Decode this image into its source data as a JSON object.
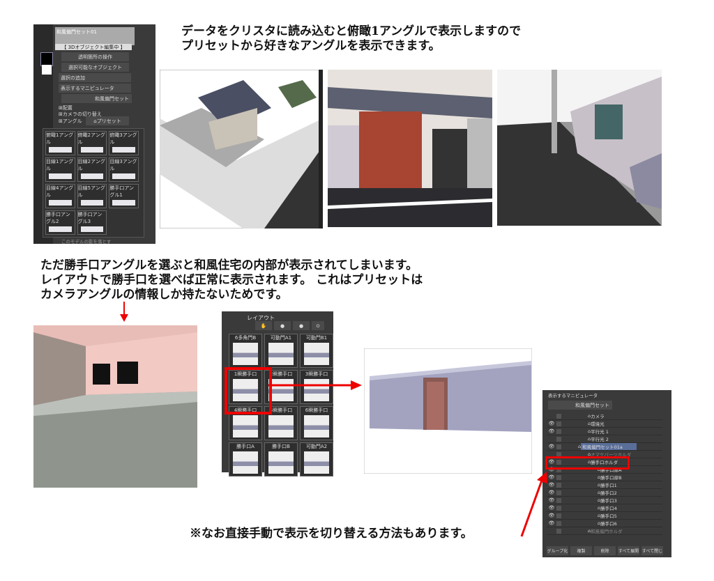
{
  "intro": {
    "line1": "データをクリスタに読み込むと俯瞰1アングルで表示しますので",
    "line2": "プリセットから好きなアングルを表示できます。"
  },
  "object_panel": {
    "header": "和風偏門セット01",
    "mode": "【 3Dオブジェクト編集中 】",
    "rows": [
      "透明箇所の操作",
      "選択可能なオブジェクト",
      "選択の追加",
      "表示するマニピュレータ",
      "和風偏門セット"
    ],
    "sections": [
      "配置",
      "カメラの切り替え",
      "アングル"
    ],
    "preset_label": "プリセット",
    "angles": [
      "俯瞰1アングル",
      "俯瞰2アングル",
      "俯瞰3アングル",
      "目線1アングル",
      "目線2アングル",
      "目線3アングル",
      "目線4アングル",
      "目線5アングル",
      "勝手口アングル1",
      "勝手口アングル2",
      "勝手口アングル3"
    ],
    "footer": "このモデルの影を落とす"
  },
  "explain": {
    "line1": "ただ勝手口アングルを選ぶと和風住宅の内部が表示されてしまいます。",
    "line2": "レイアウトで勝手口を選べば正常に表示されます。 これはプリセットは",
    "line3": "カメラアングルの情報しか持たないためです。"
  },
  "layout_panel": {
    "title": "レイアウト",
    "items": [
      "6多角門B",
      "可動門A1",
      "可動門B1",
      "1瞬勝手口",
      "2瞬勝手口",
      "3瞬勝手口",
      "4瞬勝手口",
      "5瞬勝手口",
      "6瞬勝手口",
      "勝手口A",
      "勝手口B",
      "可動門A2"
    ],
    "selected": "1瞬勝手口"
  },
  "layer_panel": {
    "manipulator_label": "表示するマニピュレータ",
    "object_label": "和風偏門セット",
    "layers": [
      {
        "name": "カメラ",
        "indent": 1,
        "eye": false
      },
      {
        "name": "環境光",
        "indent": 1,
        "eye": true
      },
      {
        "name": "平行光 1",
        "indent": 1,
        "eye": true
      },
      {
        "name": "平行光 2",
        "indent": 1,
        "eye": false
      },
      {
        "name": "和風偏門セット01a",
        "indent": 0,
        "eye": true,
        "selected": true
      },
      {
        "name": "オマケパーツホルダ",
        "indent": 1,
        "eye": false,
        "dim": true
      },
      {
        "name": "勝手口ホルダ",
        "indent": 1,
        "eye": true,
        "highlight": true
      },
      {
        "name": "勝手口扉A",
        "indent": 2,
        "eye": true
      },
      {
        "name": "勝手口扉B",
        "indent": 2,
        "eye": true
      },
      {
        "name": "勝手口1",
        "indent": 2,
        "eye": true
      },
      {
        "name": "勝手口2",
        "indent": 2,
        "eye": true
      },
      {
        "name": "勝手口3",
        "indent": 2,
        "eye": true
      },
      {
        "name": "勝手口4",
        "indent": 2,
        "eye": true
      },
      {
        "name": "勝手口5",
        "indent": 2,
        "eye": true
      },
      {
        "name": "勝手口6",
        "indent": 2,
        "eye": true
      },
      {
        "name": "和風偏門ホルダ",
        "indent": 1,
        "eye": false,
        "dim": true
      }
    ],
    "buttons": [
      "グループ化",
      "複製",
      "削除",
      "すべて展開",
      "すべて閉じ"
    ]
  },
  "note": "※なお直接手動で表示を切り替える方法もあります。",
  "colors": {
    "highlight": "#e00000",
    "panel": "#3a3a3a",
    "selected": "#5a6e9a"
  }
}
